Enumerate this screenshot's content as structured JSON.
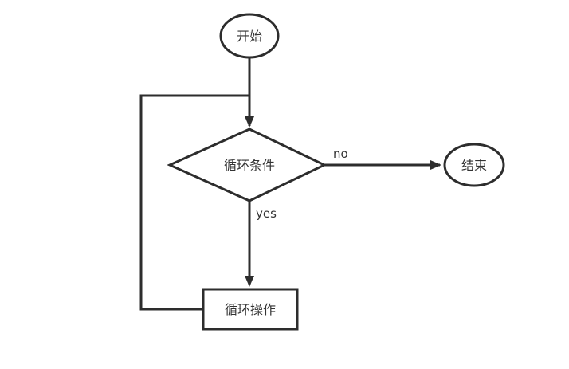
{
  "diagram": {
    "type": "flowchart",
    "background_color": "#ffffff",
    "stroke_color": "#2d2d2d",
    "text_color": "#333333",
    "nodes": {
      "start": {
        "label": "开始",
        "shape": "ellipse"
      },
      "condition": {
        "label": "循环条件",
        "shape": "diamond"
      },
      "end": {
        "label": "结束",
        "shape": "ellipse"
      },
      "loop_body": {
        "label": "循环操作",
        "shape": "rectangle"
      }
    },
    "edges": {
      "condition_to_end": {
        "label": "no"
      },
      "condition_to_loop_body": {
        "label": "yes"
      },
      "loop_back": {
        "label": ""
      }
    }
  }
}
